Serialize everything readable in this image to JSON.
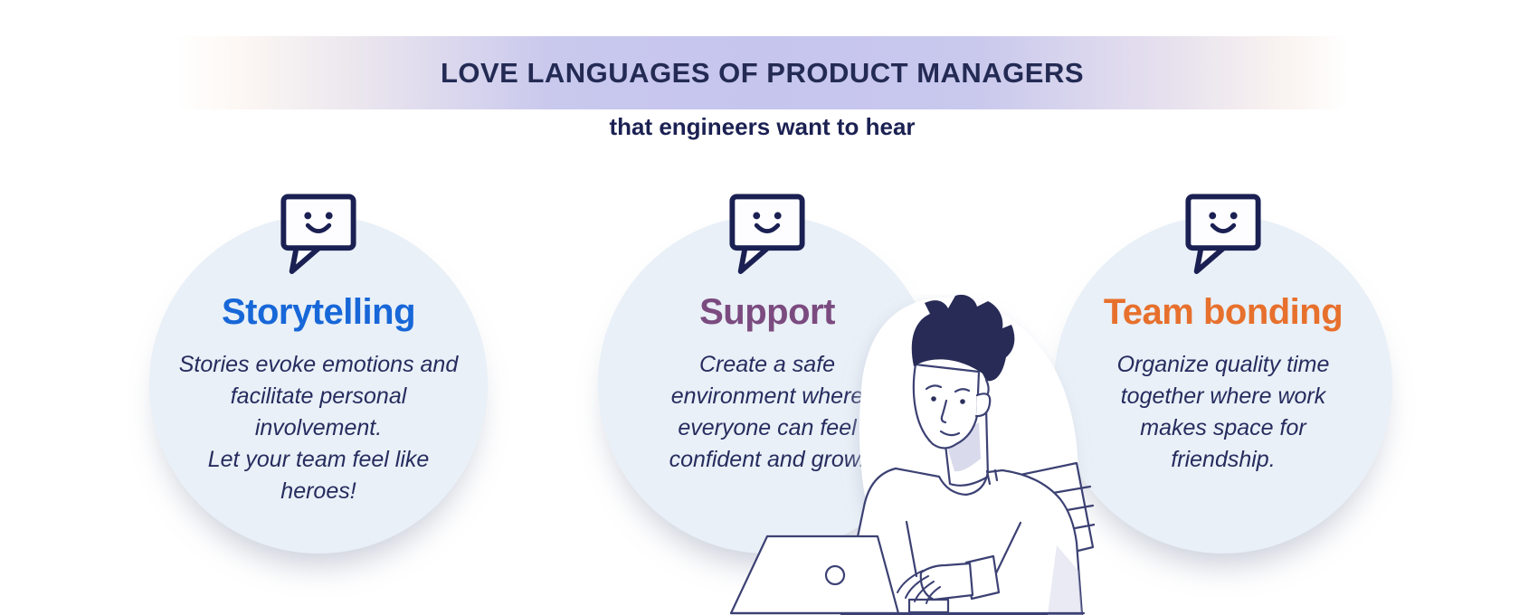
{
  "header": {
    "title": "LOVE LANGUAGES OF PRODUCT MANAGERS",
    "subtitle": "that engineers want to hear"
  },
  "cards": [
    {
      "id": "storytelling",
      "icon": "smiley-speech-bubble-icon",
      "title": "Storytelling",
      "title_color": "#1767d8",
      "body": [
        "Stories evoke emotions and facilitate personal involvement.",
        "Let your team feel like heroes!"
      ]
    },
    {
      "id": "support",
      "icon": "smiley-speech-bubble-icon",
      "title": "Support",
      "title_color": "#7b4b80",
      "body": [
        "Create a safe environment where everyone can feel confident and grow."
      ]
    },
    {
      "id": "team-bonding",
      "icon": "smiley-speech-bubble-icon",
      "title": "Team bonding",
      "title_color": "#e7702d",
      "body": [
        "Organize quality time together where work makes space for friendship."
      ]
    }
  ],
  "illustration": {
    "alt": "line-art man with dark spiky hair typing on a laptop beside a stack of papers"
  },
  "colors": {
    "band_lavender": "#c6c5ee",
    "header_text": "#232b54",
    "circle_background": "#e9f0f7",
    "body_text": "#262c5e",
    "outline_navy": "#3c4173",
    "icon_navy": "#1b2053"
  }
}
